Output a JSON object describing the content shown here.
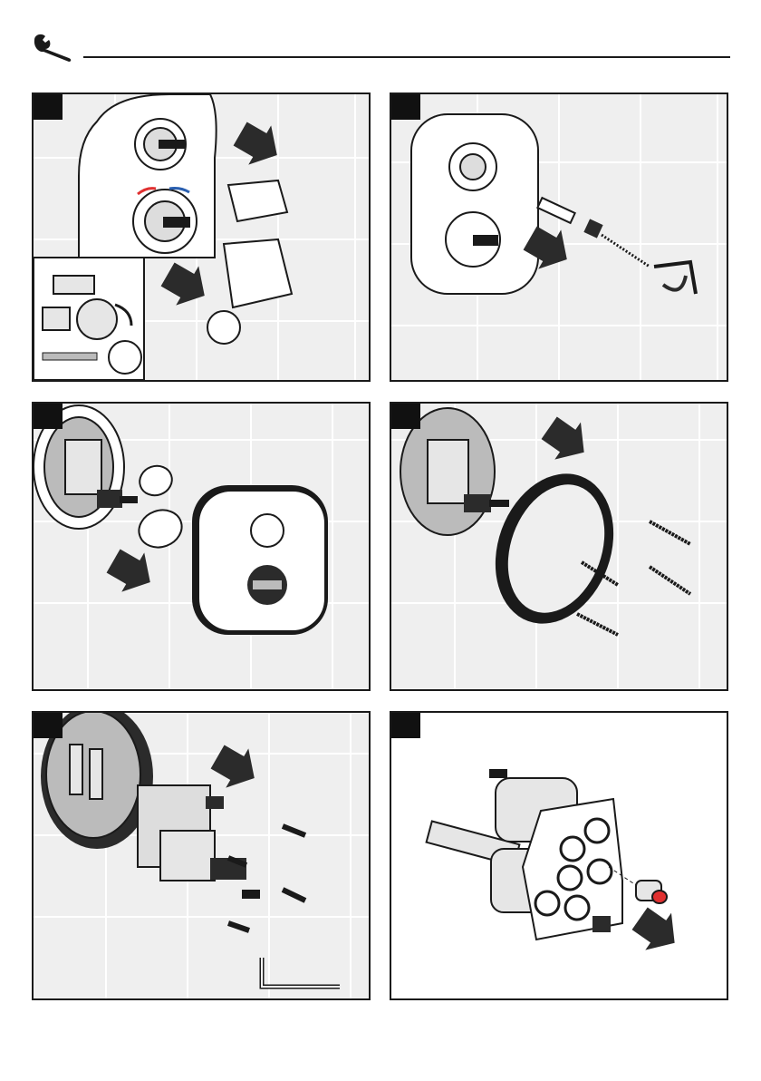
{
  "header": {
    "icon": "wrench-icon"
  },
  "panels": [
    {
      "id": "panel-1",
      "step": "",
      "description_icons": [
        "shower-mixer-trim-icon",
        "handle-cap-icon",
        "removal-arrow-icon",
        "valve-inset-icon"
      ]
    },
    {
      "id": "panel-2",
      "step": "",
      "description_icons": [
        "trim-plate-icon",
        "extension-rod-icon",
        "hex-key-icon",
        "removal-arrow-icon"
      ]
    },
    {
      "id": "panel-3",
      "step": "",
      "description_icons": [
        "valve-body-icon",
        "sleeve-icon",
        "trim-plate-icon",
        "removal-arrow-icon"
      ]
    },
    {
      "id": "panel-4",
      "step": "",
      "description_icons": [
        "valve-body-icon",
        "mounting-ring-icon",
        "screw-icon",
        "removal-arrow-icon"
      ]
    },
    {
      "id": "panel-5",
      "step": "",
      "description_icons": [
        "rough-in-housing-icon",
        "valve-body-icon",
        "screw-icon",
        "hex-key-icon"
      ]
    },
    {
      "id": "panel-6",
      "step": "",
      "description_icons": [
        "valve-assembly-icon",
        "check-valve-icon",
        "removal-arrow-icon"
      ]
    }
  ],
  "colors": {
    "outline": "#1a1a1a",
    "wall": "#efefef",
    "tile_line": "#ffffff",
    "accent_red": "#e03030",
    "accent_blue": "#2a5fb0"
  }
}
